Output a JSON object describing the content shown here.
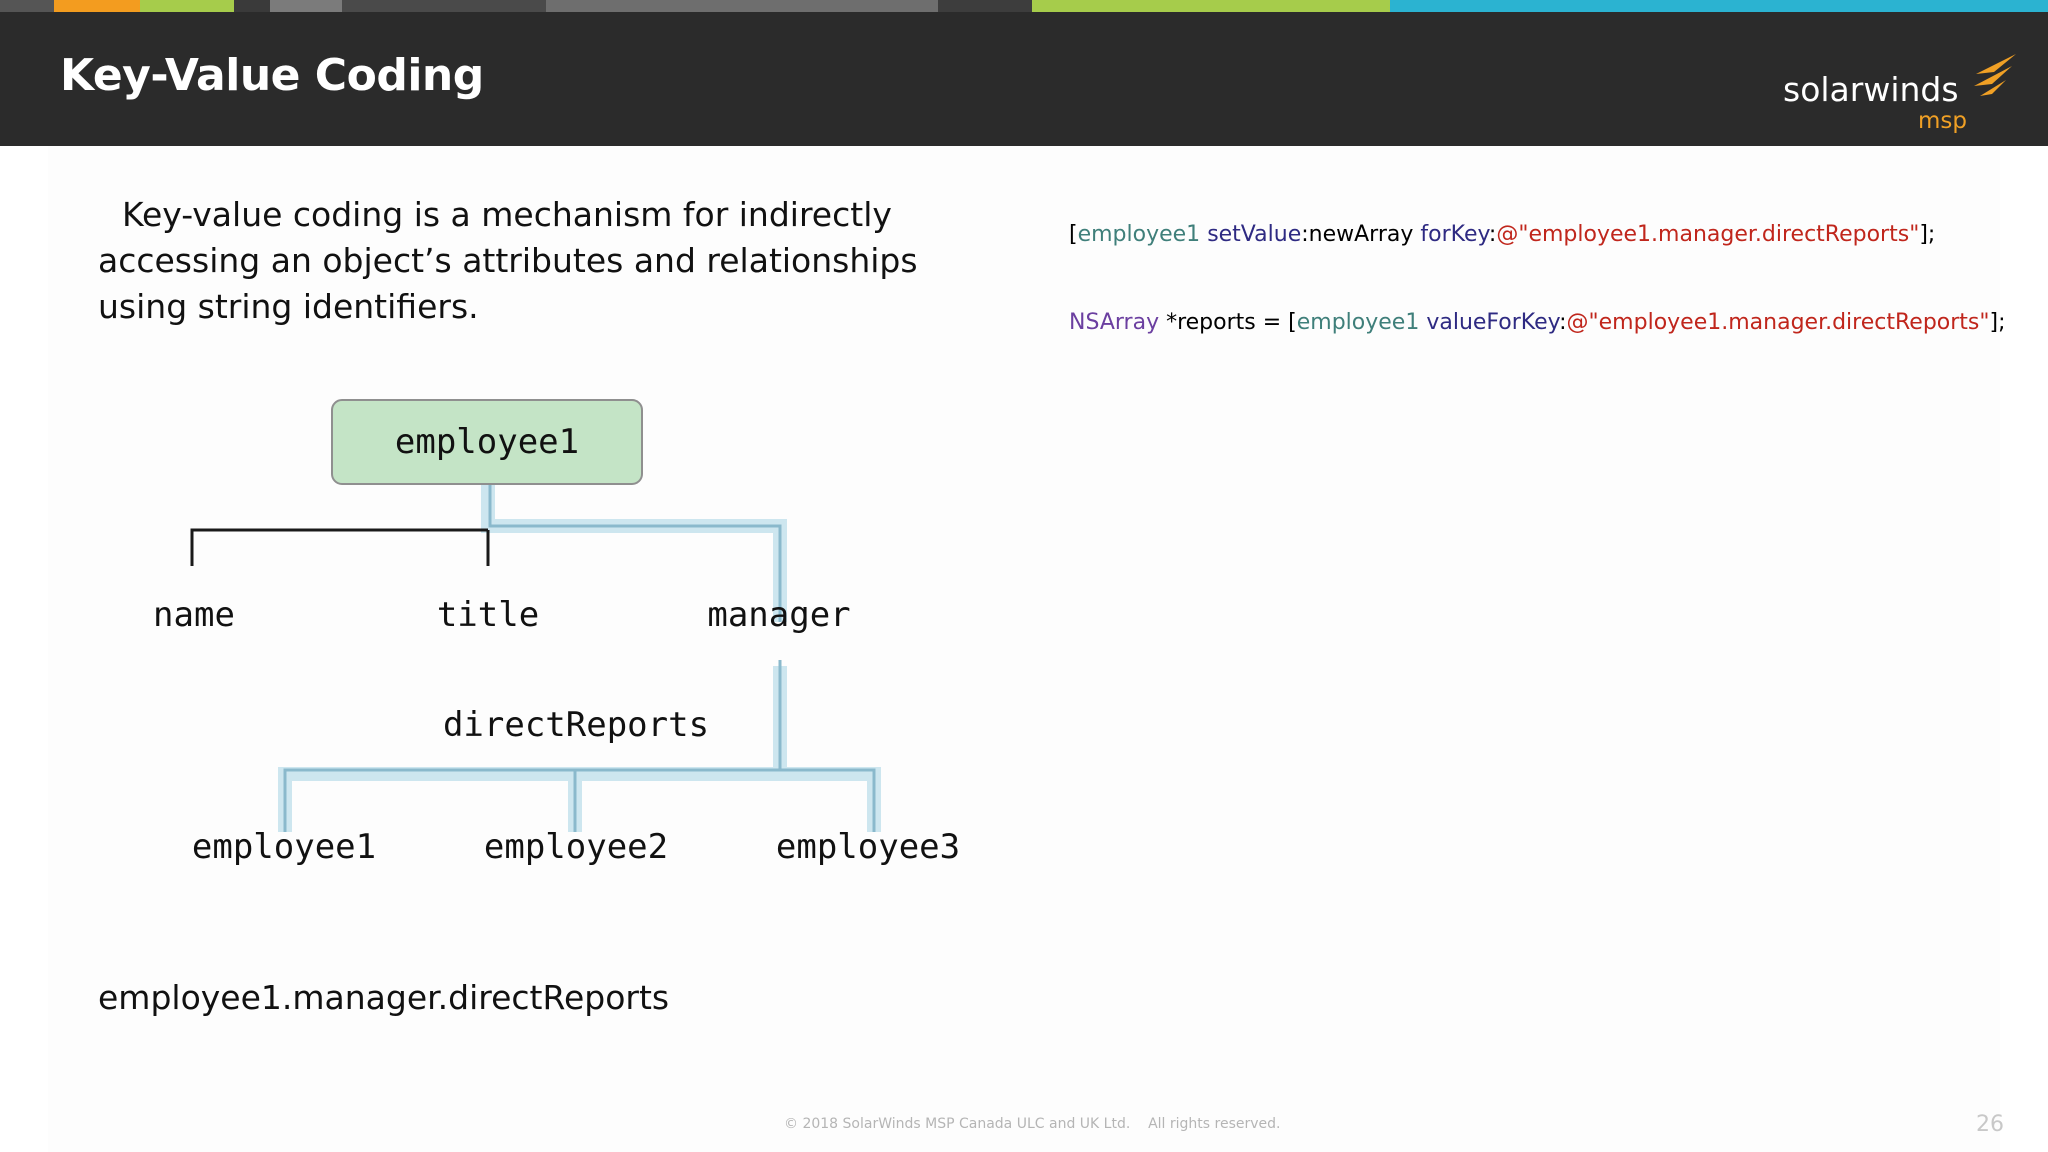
{
  "slide": {
    "title": "Key-Value Coding",
    "logo": {
      "word": "solarwinds",
      "sub": "msp",
      "mark_color": "#f0a025"
    },
    "intro_text": "Key-value coding is a mechanism for indirectly accessing an object’s attributes and relationships using string identifiers.",
    "code_lines": [
      {
        "tokens": [
          {
            "text": "[",
            "kind": "plain"
          },
          {
            "text": "employee1",
            "kind": "var"
          },
          {
            "text": " ",
            "kind": "plain"
          },
          {
            "text": "setValue",
            "kind": "sel"
          },
          {
            "text": ":newArray ",
            "kind": "plain"
          },
          {
            "text": "forKey",
            "kind": "sel"
          },
          {
            "text": ":",
            "kind": "plain"
          },
          {
            "text": "@\"employee1.manager.directReports\"",
            "kind": "str"
          },
          {
            "text": "];",
            "kind": "plain"
          }
        ]
      },
      {
        "tokens": [
          {
            "text": "NSArray",
            "kind": "cls"
          },
          {
            "text": " *reports = [",
            "kind": "plain"
          },
          {
            "text": "employee1",
            "kind": "var"
          },
          {
            "text": " ",
            "kind": "plain"
          },
          {
            "text": "valueForKey",
            "kind": "sel"
          },
          {
            "text": ":",
            "kind": "plain"
          },
          {
            "text": "@\"employee1.manager.directReports\"",
            "kind": "str"
          },
          {
            "text": "];",
            "kind": "plain"
          }
        ]
      }
    ],
    "diagram": {
      "root": "employee1",
      "attributes": [
        "name",
        "title",
        "manager"
      ],
      "relationship": "directReports",
      "children": [
        "employee1",
        "employee2",
        "employee3"
      ]
    },
    "key_path": "employee1.manager.directReports",
    "footer": "© 2018 SolarWinds MSP Canada ULC and UK Ltd.    All rights reserved.",
    "page_number": "26"
  },
  "colors": {
    "header_bg": "#2b2b2b",
    "strip": [
      "#555555",
      "#f39c1f",
      "#a6cc4b",
      "#3a3a3a",
      "#7b7b7b",
      "#4a4a4a",
      "#6e6e6e",
      "#3d3d3d",
      "#a6cc4b",
      "#2bb3d1"
    ],
    "root_fill": "#c4e4c6",
    "path_highlight": "#cde6ef",
    "code_variable": "#3f7f7a",
    "code_selector": "#2e2a82",
    "code_string": "#c0261c",
    "code_class": "#6b3fa0"
  }
}
